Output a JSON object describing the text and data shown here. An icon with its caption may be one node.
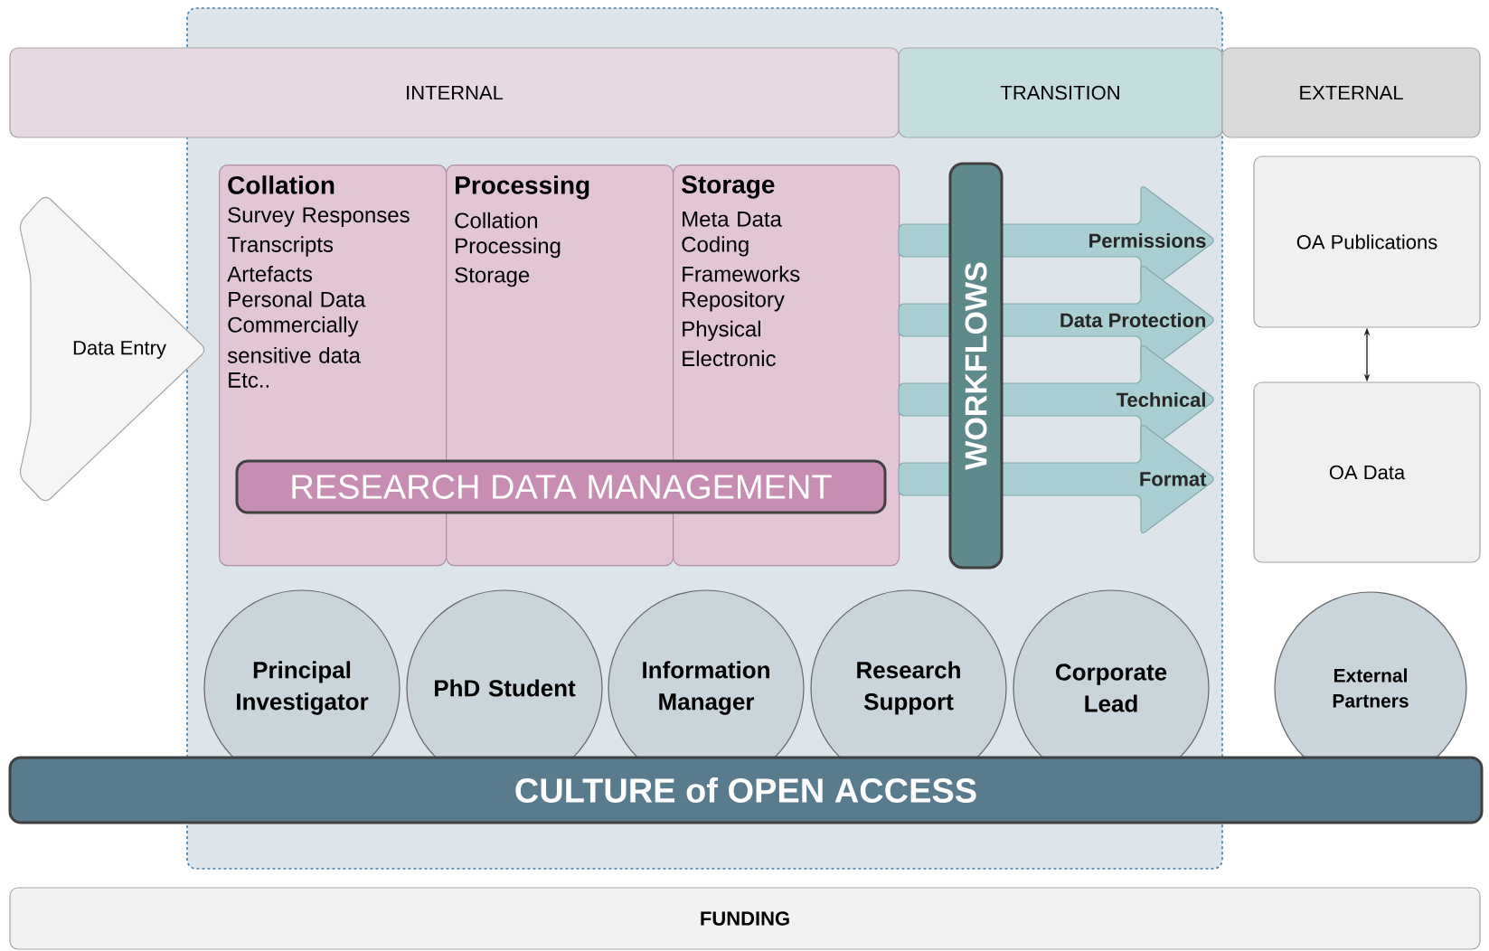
{
  "diagram": {
    "nodes": [
      {
        "text": [
          "INTERNAL"
        ]
      },
      {
        "text": [
          "TRANSITION"
        ]
      },
      {
        "text": [
          "EXTERNAL"
        ]
      },
      {
        "text": [
          "Data Entry"
        ]
      },
      {
        "text": [
          "Collation",
          "Survey Responses",
          "Transcripts",
          "Artefacts",
          "Personal Data",
          "Commercially sensitive data",
          "Etc.."
        ]
      },
      {
        "text": [
          "Processing",
          "Collation",
          "Processing",
          "Storage"
        ]
      },
      {
        "text": [
          "Storage",
          "Meta Data",
          "Coding",
          "Frameworks",
          "Repository",
          "Physical",
          "Electronic"
        ]
      },
      {
        "text": [
          "RESEARCH DATA MANAGEMENT"
        ]
      },
      {
        "text": [
          "WORKFLOWS"
        ]
      },
      {
        "text": [
          "Permissions"
        ]
      },
      {
        "text": [
          "Data Protection"
        ]
      },
      {
        "text": [
          "Technical"
        ]
      },
      {
        "text": [
          "Format"
        ]
      },
      {
        "text": [
          "OA Publications"
        ]
      },
      {
        "text": [
          "OA Data"
        ]
      },
      {
        "text": [
          "Principal Investigator"
        ]
      },
      {
        "text": [
          "PhD Student"
        ]
      },
      {
        "text": [
          "Information Manager"
        ]
      },
      {
        "text": [
          "Research Support"
        ]
      },
      {
        "text": [
          "Corporate Lead"
        ]
      },
      {
        "text": [
          "External Partners"
        ]
      },
      {
        "text": [
          "CULTURE of OPEN ACCESS"
        ]
      },
      {
        "text": [
          "FUNDING"
        ]
      }
    ],
    "edges": [
      {
        "from": 13,
        "to": 14,
        "arrow": "both"
      }
    ]
  }
}
